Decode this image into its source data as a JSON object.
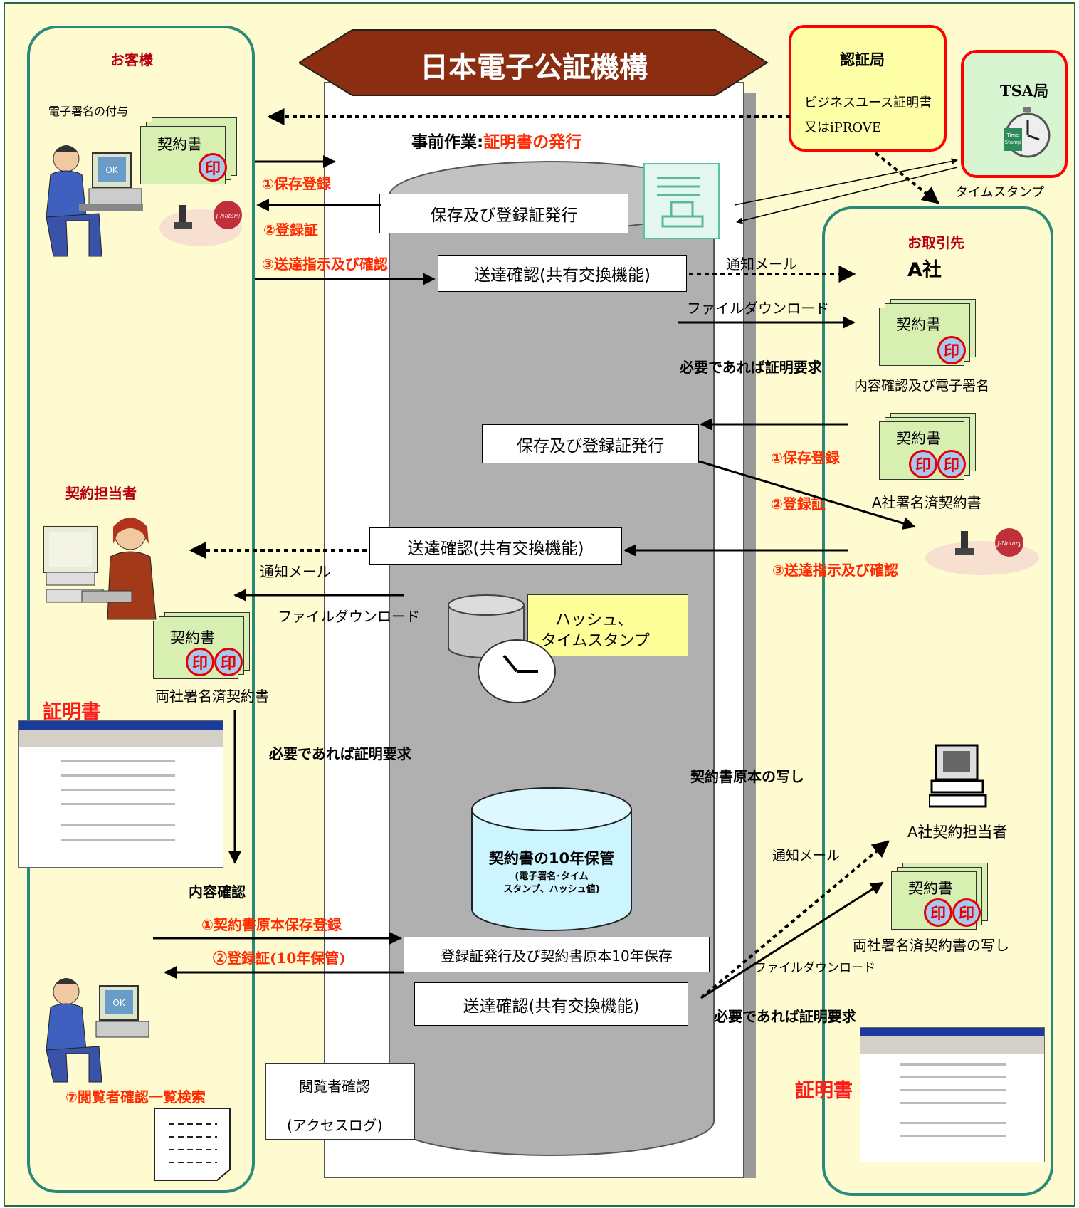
{
  "title": "日本電子公証機構",
  "pre_work": {
    "label": "事前作業:",
    "highlight": "証明書の発行"
  },
  "customer": {
    "title": "お客様",
    "sign_label": "電子署名の付与",
    "contract": "契約書",
    "seal": "印",
    "steps": [
      "①保存登録",
      "②登録証",
      "③送達指示及び確認"
    ]
  },
  "contract_staff": {
    "title": "契約担当者",
    "notify": "通知メール",
    "download": "ファイルダウンロード",
    "contract": "契約書",
    "both_signed": "両社署名済契約書"
  },
  "certificate_label": "証明書",
  "cert_needed": "必要であれば証明要求",
  "content_check": "内容確認",
  "bottom_steps": [
    "①契約書原本保存登録",
    "②登録証(10年保管)"
  ],
  "viewer": {
    "search": "⑦閲覧者確認一覧検索",
    "check": "閲覧者確認",
    "log": "(アクセスログ)"
  },
  "center": {
    "issue1": "保存及び登録証発行",
    "delivery1": "送達確認(共有交換機能)",
    "issue2": "保存及び登録証発行",
    "delivery2": "送達確認(共有交換機能)",
    "hash": [
      "ハッシュ、",
      "タイムスタンプ"
    ],
    "storage_title": "契約書の10年保管",
    "storage_sub": [
      "(電子署名･タイム",
      "スタンプ、ハッシュ値)"
    ],
    "registration": "登録証発行及び契約書原本10年保存",
    "delivery3": "送達確認(共有交換機能)"
  },
  "ca": {
    "title": "認証局",
    "line1": "ビジネスユース証明書",
    "line2": "又はiPROVE"
  },
  "tsa": {
    "title": "TSA局",
    "timestamp": "タイムスタンプ",
    "icon_text": [
      "Time",
      "Stamp"
    ]
  },
  "partner": {
    "title": "お取引先",
    "company": "A社",
    "notify": "通知メール",
    "download": "ファイルダウンロード",
    "cert_needed": "必要であれば証明要求",
    "contract": "契約書",
    "content_sign": "内容確認及び電子署名",
    "steps": [
      "①保存登録",
      "②登録証",
      "③送達指示及び確認"
    ],
    "signed": "A社署名済契約書",
    "copy_label": "契約書原本の写し",
    "staff": "A社契約担当者",
    "notify2": "通知メール",
    "both_copy": "両社署名済契約書の写し",
    "download2": "ファイルダウンロード",
    "cert_needed2": "必要であれば証明要求",
    "certificate": "証明書"
  },
  "stamp_text": "J-Notary",
  "colors": {
    "background": "#fffbd0",
    "panel_border": "#2a8a7a",
    "red_border": "#ff0000",
    "banner": "#8b2d10",
    "cylinder": "#b0b0b0"
  }
}
